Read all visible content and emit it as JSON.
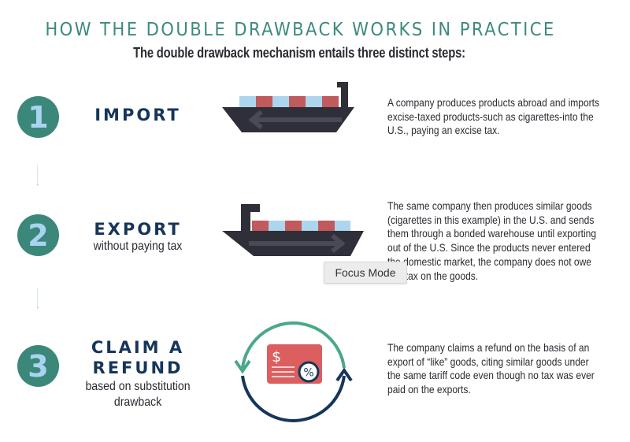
{
  "title": "HOW THE DOUBLE DRAWBACK WORKS IN PRACTICE",
  "subtitle": "The double drawback mechanism entails three distinct steps:",
  "colors": {
    "teal": "#3b887a",
    "navy": "#15365a",
    "number": "#a9d4f0",
    "ship": "#2f2f3a",
    "container_red": "#c15a5c",
    "container_blue": "#add5ee",
    "card_red": "#dd5e5f",
    "arrow_green": "#4aa88a"
  },
  "steps": [
    {
      "number": "1",
      "heading": "IMPORT",
      "subheading": "",
      "icon": "cargo-ship-import-icon",
      "description": "A company produces products abroad and imports excise-taxed products-such as cigarettes-into the U.S., paying an excise tax."
    },
    {
      "number": "2",
      "heading": "EXPORT",
      "subheading": "without paying tax",
      "icon": "cargo-ship-export-icon",
      "description": "The same company then produces similar goods (cigarettes in this example) in the U.S. and sends them through a bonded warehouse until exporting out of the U.S.  Since the products never entered the domestic market, the company does not owe any tax on the goods."
    },
    {
      "number": "3",
      "heading_line1": "CLAIM A",
      "heading_line2": "REFUND",
      "subheading_line1": "based on substitution",
      "subheading_line2": "drawback",
      "icon": "refund-cycle-icon",
      "description": "The company claims a refund on the basis of an export of “like” goods, citing similar goods under the same tariff code even though no tax was ever paid on the exports."
    }
  ],
  "refund_card": {
    "currency_symbol": "$",
    "percent_symbol": "%"
  },
  "tooltip": "Focus Mode"
}
